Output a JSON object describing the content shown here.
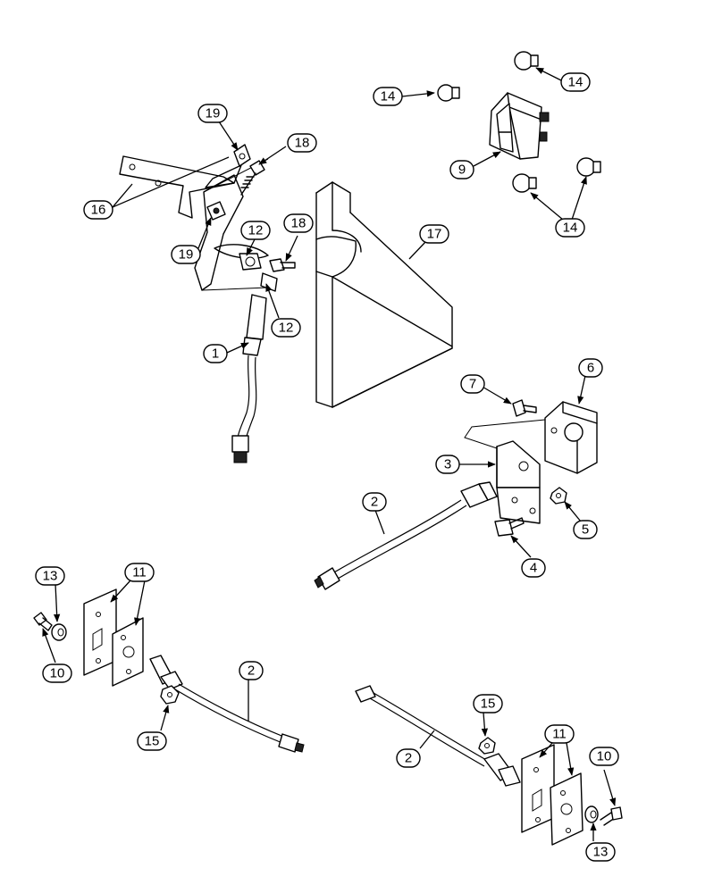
{
  "callouts": {
    "c1": "1",
    "c2a": "2",
    "c2b": "2",
    "c2c": "2",
    "c3": "3",
    "c4": "4",
    "c5": "5",
    "c6": "6",
    "c7": "7",
    "c9": "9",
    "c10a": "10",
    "c10b": "10",
    "c11a": "11",
    "c11b": "11",
    "c12a": "12",
    "c12b": "12",
    "c13a": "13",
    "c13b": "13",
    "c14a": "14",
    "c14b": "14",
    "c14c": "14",
    "c15a": "15",
    "c15b": "15",
    "c16": "16",
    "c17": "17",
    "c18a": "18",
    "c18b": "18",
    "c19a": "19",
    "c19b": "19"
  }
}
